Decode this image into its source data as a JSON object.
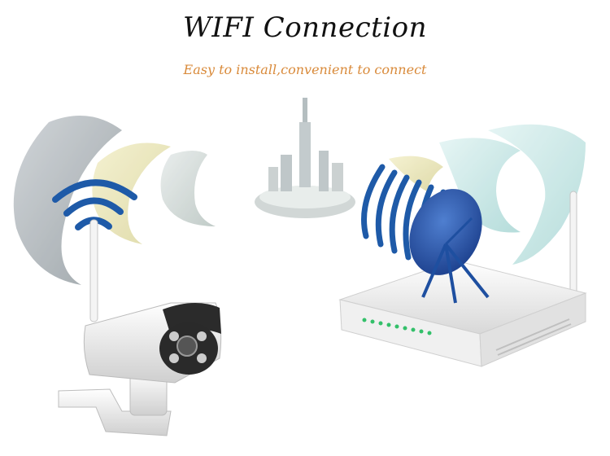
{
  "header": {
    "title": "WIFI Connection",
    "subtitle": "Easy to install,convenient to connect"
  },
  "colors": {
    "title": "#111111",
    "subtitle": "#d98a3a",
    "signal_blue": "#1e5aa8",
    "device_white": "#f2f2f2"
  },
  "illustration": {
    "left_device": "wifi-camera",
    "right_device": "wifi-router",
    "router_port_indicators_count": 9
  }
}
